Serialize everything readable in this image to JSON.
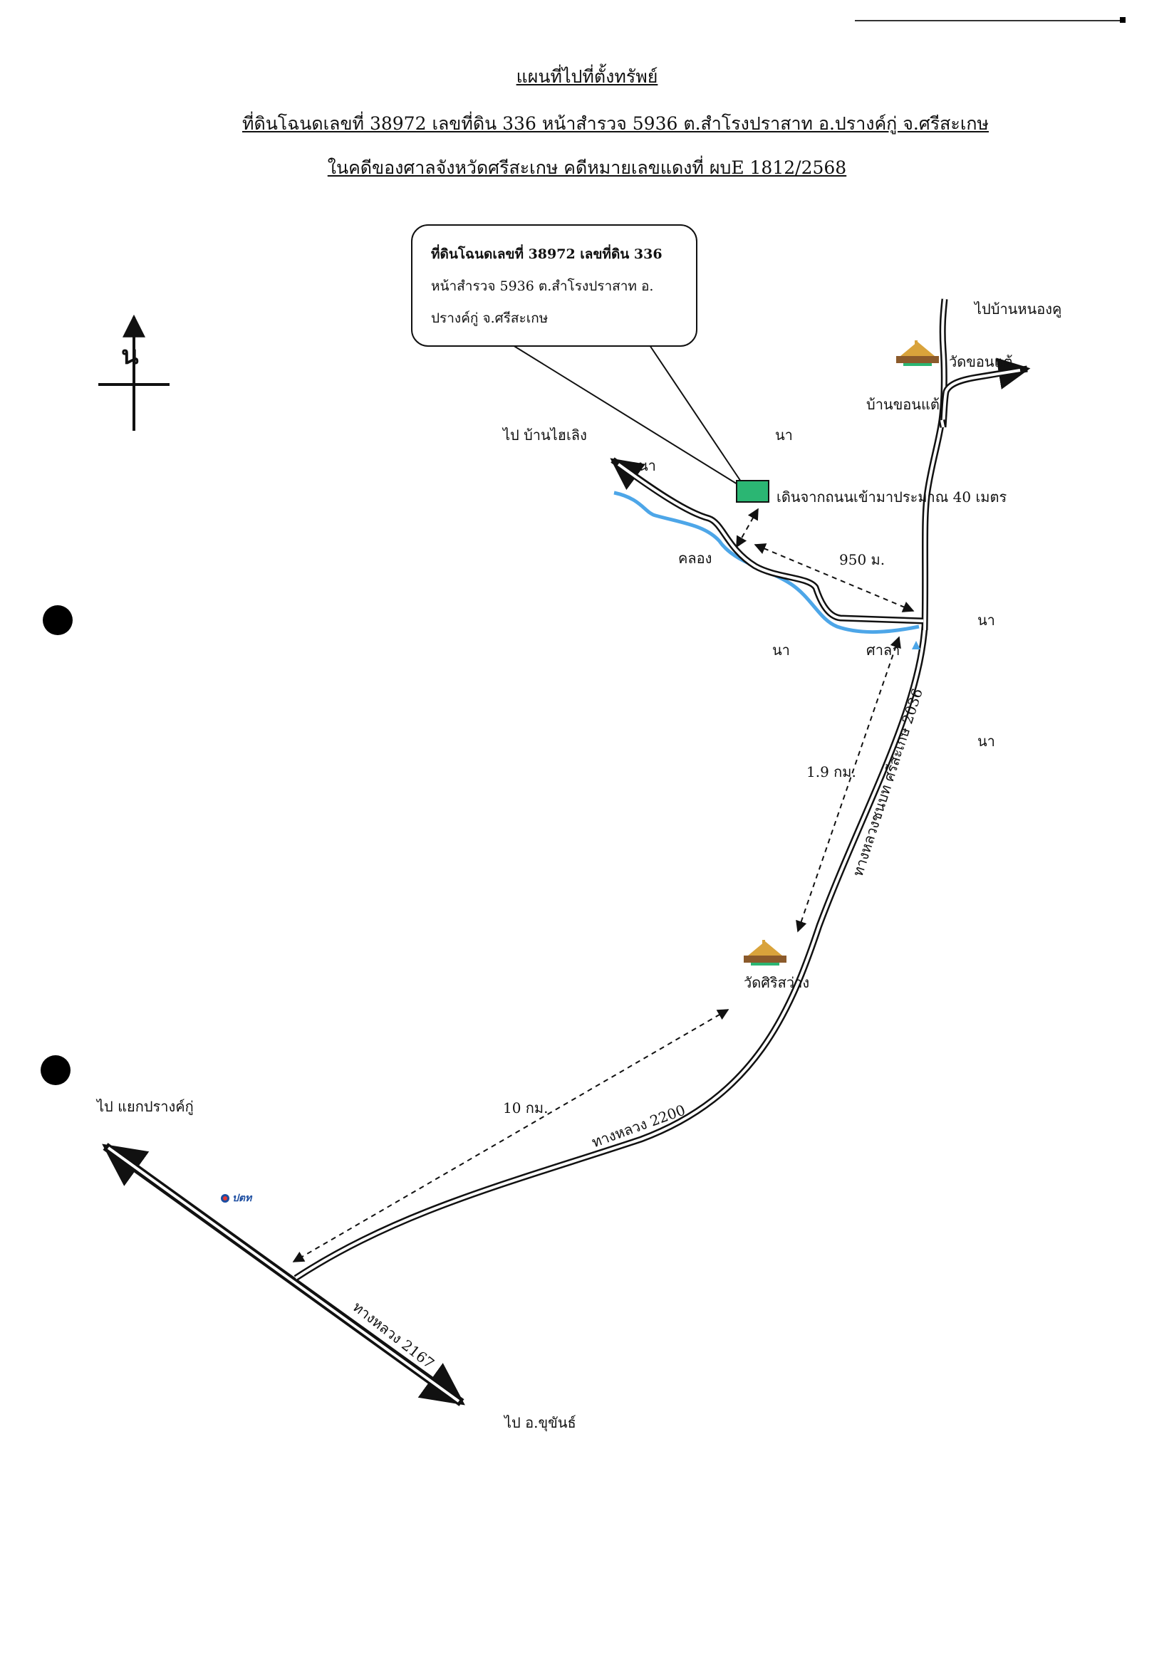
{
  "header": {
    "title": "แผนที่ไปที่ตั้งทรัพย์",
    "line2": "ที่ดินโฉนดเลขที่  38972  เลขที่ดิน 336 หน้าสำรวจ 5936  ต.สำโรงปราสาท  อ.ปรางค์กู่ จ.ศรีสะเกษ",
    "line3": "ในคดีของศาลจังหวัดศรีสะเกษ  คดีหมายเลขแดงที่  ผบE 1812/2568"
  },
  "callout": {
    "line1": "ที่ดินโฉนดเลขที่  38972  เลขที่ดิน 336",
    "line2": "หน้าสำรวจ 5936  ต.สำโรงปราสาท  อ.",
    "line3": "ปรางค์กู่ จ.ศรีสะเกษ"
  },
  "north_arrow": {
    "label": "น"
  },
  "labels": {
    "to_ban_nong_ku": "ไปบ้านหนองคู",
    "wat_khon_tae": "วัดขอนแต้",
    "ban_khon_tae": "บ้านขอนแต้",
    "to_ban_hai_loeng": "ไป บ้านไฮเลิง",
    "field_1": "นา",
    "field_2": "นา",
    "walk_in": "เดินจากถนนเข้ามาประมาณ 40 เมตร",
    "canal": "คลอง",
    "dist_950": "950 ม.",
    "field_3": "นา",
    "field_4": "นา",
    "sala": "ศาลา",
    "field_5": "นา",
    "dist_1_9": "1.9 กม.",
    "rural_road": "ทางหลวงชนบท ศรีสะเกษ 2036",
    "wat_siri_sawang": "วัดศิริสว่าง",
    "to_yaek_prang_ku": "ไป แยกปรางค์กู่",
    "dist_10": "10 กม.",
    "highway_2200": "ทางหลวง 2200",
    "ptt": "ปตท",
    "highway_2167": "ทางหลวง 2167",
    "to_khukhan": "ไป อ.ขุขันธ์"
  },
  "colors": {
    "canal": "#4da6e8",
    "parcel": "#2bb673",
    "road": "#111111"
  },
  "icons": [
    "north-arrow-icon",
    "temple-icon",
    "ptt-logo-icon",
    "sala-icon"
  ]
}
